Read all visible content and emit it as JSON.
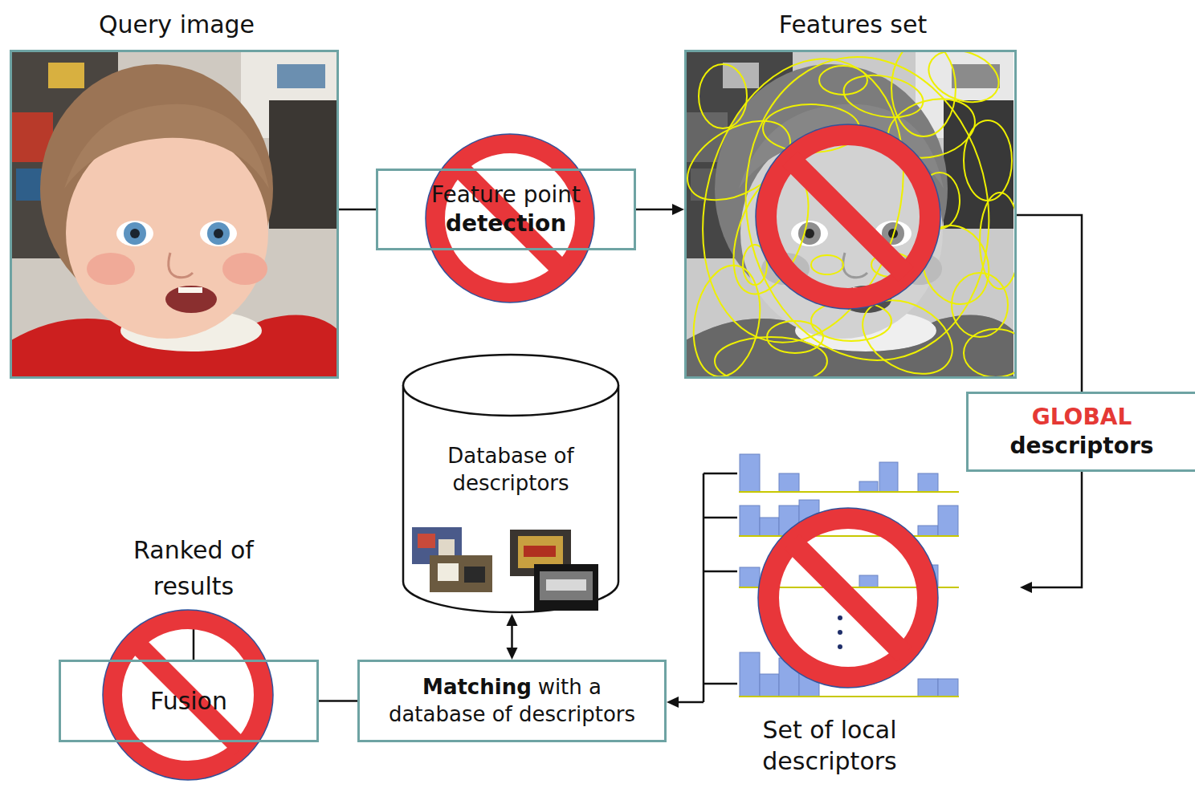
{
  "diagram": {
    "nodes": [
      {
        "text": [
          "Query image"
        ]
      },
      {
        "text": [
          "Feature point",
          "detection"
        ]
      },
      {
        "text": [
          "Features set"
        ]
      },
      {
        "text": [
          "GLOBAL",
          "descriptors"
        ]
      },
      {
        "text": [
          "Set of local descriptors"
        ]
      },
      {
        "text": [
          "Matching",
          "with a database of descriptors"
        ]
      },
      {
        "text": [
          "Database of descriptors"
        ]
      },
      {
        "text": [
          "Fusion"
        ]
      }
    ],
    "edges": [
      {
        "from": 0,
        "to": 1,
        "arrow": "none"
      },
      {
        "from": 1,
        "to": 2,
        "arrow": "to"
      },
      {
        "from": 2,
        "to": 3,
        "arrow": "none"
      },
      {
        "from": 3,
        "to": 4,
        "arrow": "to"
      },
      {
        "from": 4,
        "to": 5,
        "arrow": "to"
      },
      {
        "from": 5,
        "to": 6,
        "arrow": "both"
      },
      {
        "from": 5,
        "to": 7,
        "arrow": "none"
      }
    ],
    "labels": [
      "Ranked of results"
    ]
  }
}
